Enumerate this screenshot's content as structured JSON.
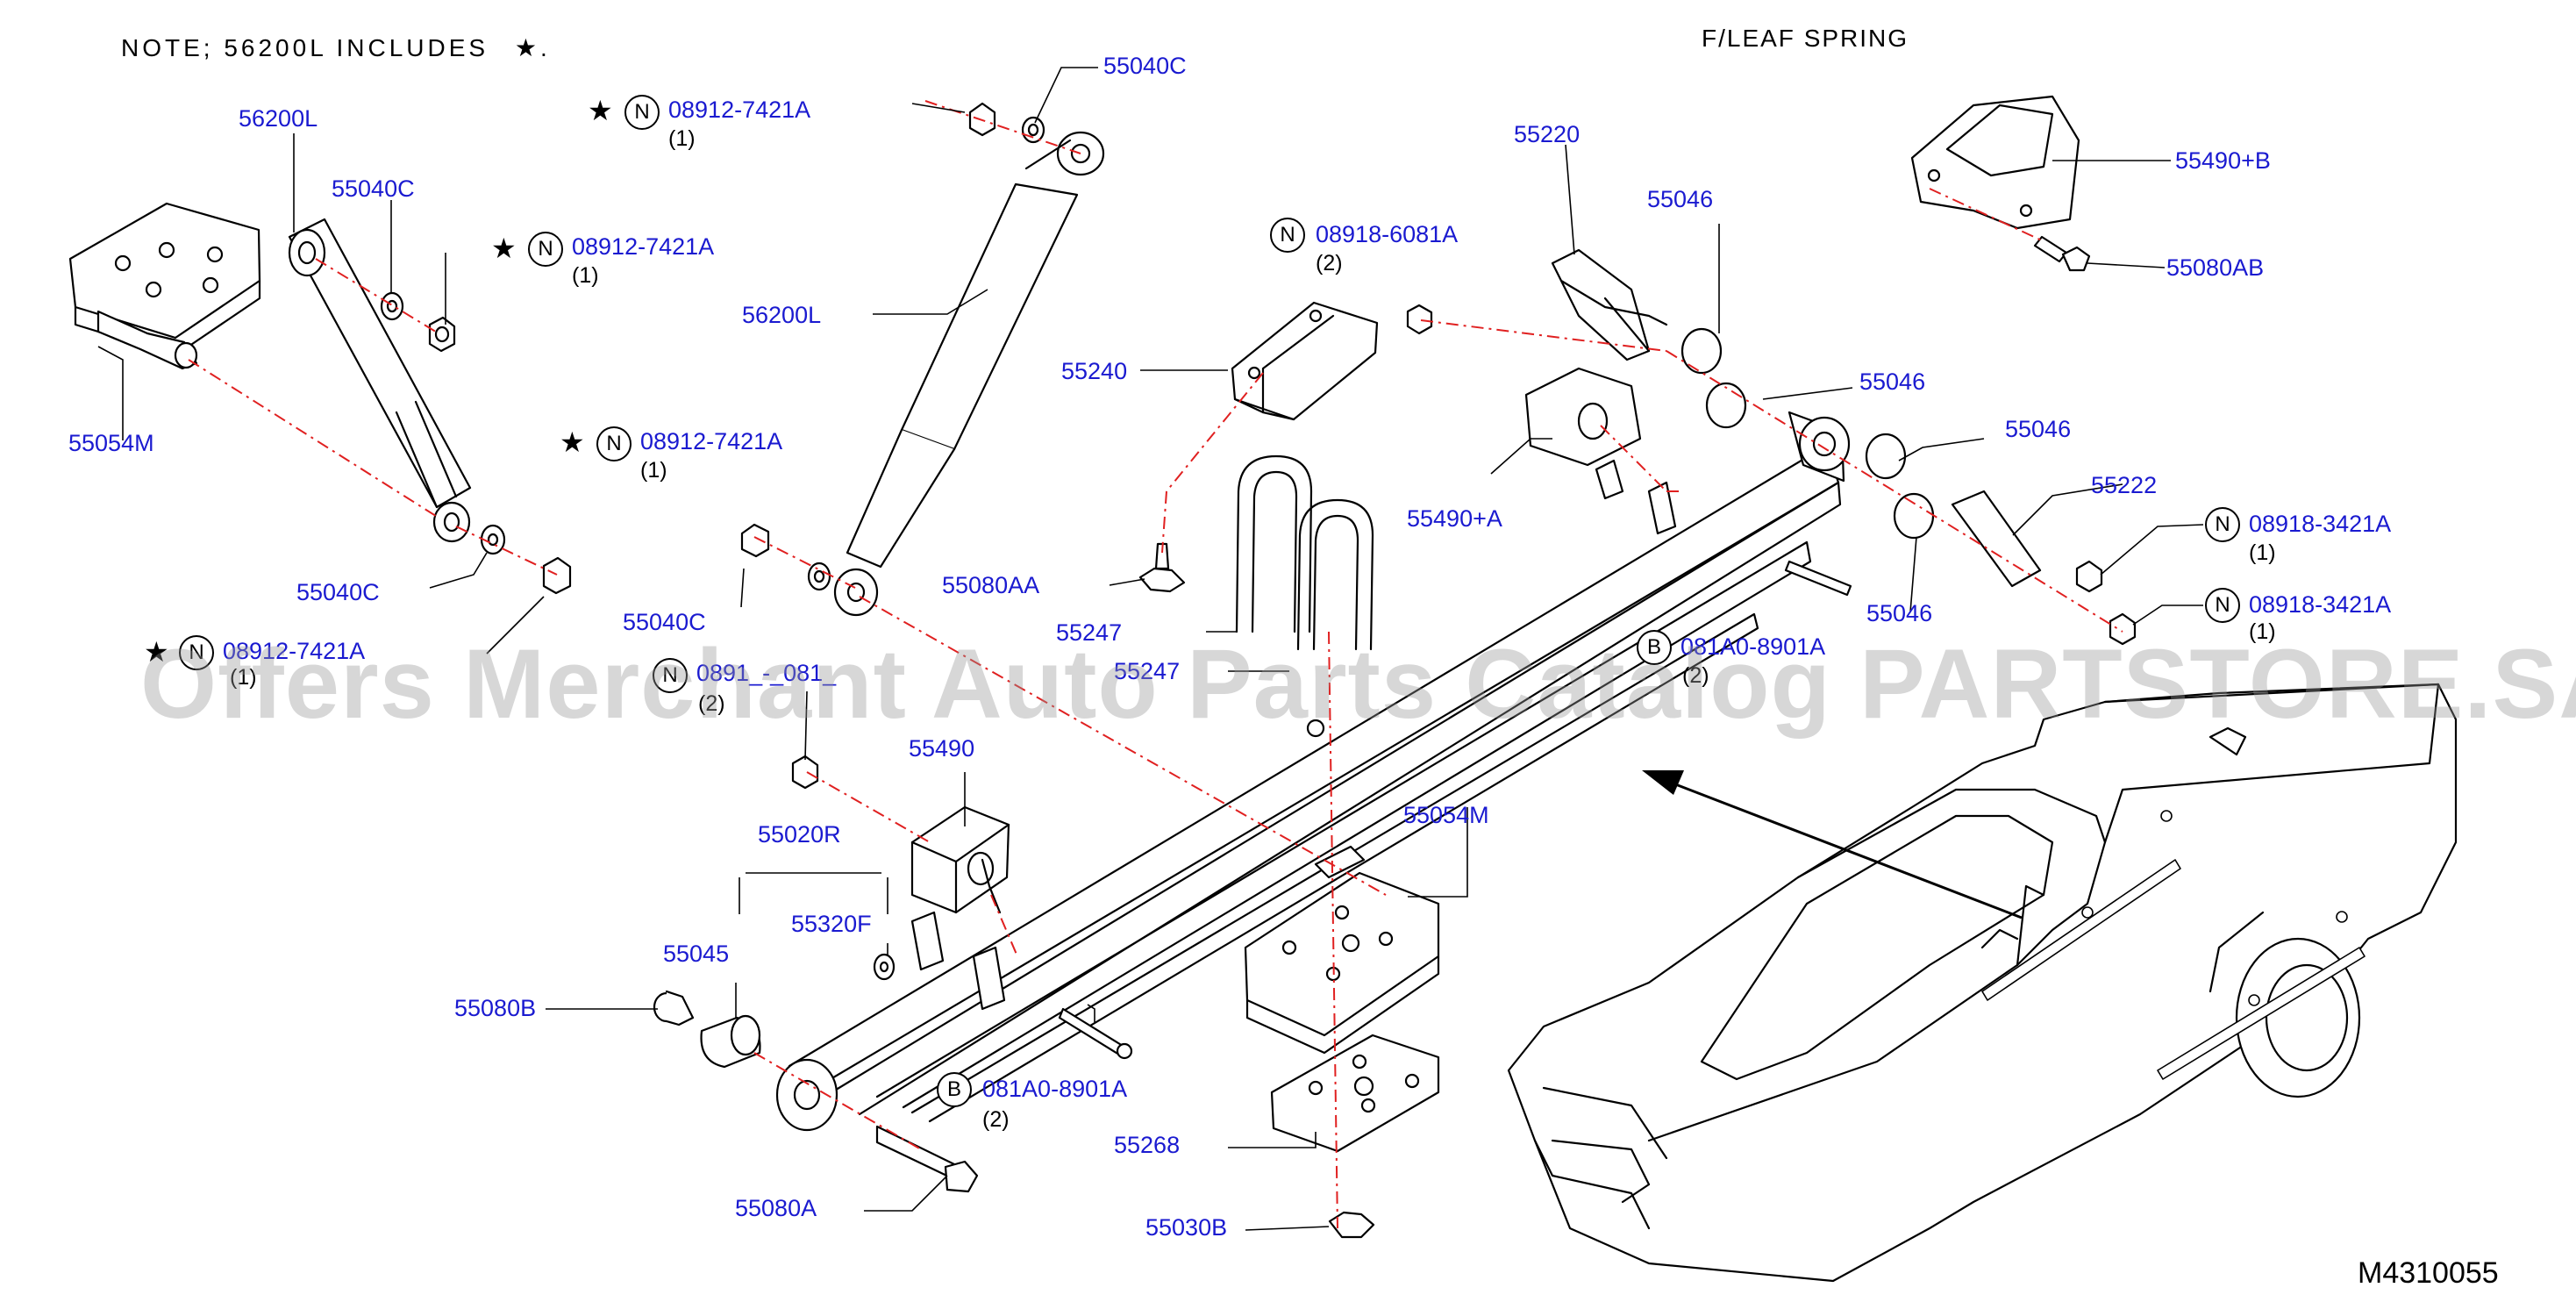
{
  "header": {
    "note": "NOTE;  56200L  INCLUDES",
    "note_star": "★.",
    "title": "F/LEAF   SPRING",
    "diagram_code": "M4310055"
  },
  "watermark": "Offers Merchant Auto Parts Catalog PARTSTORE.SA",
  "labels": {
    "p56200L_a": "56200L",
    "p55040C_a": "55040C",
    "p08912_a": "08912-7421A",
    "q08912_a": "(1)",
    "p55054M_a": "55054M",
    "p08912_b": "08912-7421A",
    "q08912_b": "(1)",
    "p55040C_b": "55040C",
    "p08912_c": "08912-7421A",
    "q08912_c": "(1)",
    "p55040C_c": "55040C",
    "p56200L_b": "56200L",
    "p08912_d": "08912-7421A",
    "q08912_d": "(1)",
    "p55040C_d": "55040C",
    "p08918_6081": "08918-6081A",
    "q08918_6081": "(2)",
    "p55240": "55240",
    "p55080AA": "55080AA",
    "p55247_a": "55247",
    "p55247_b": "55247",
    "p0891x": "0891_-_081_",
    "q0891x": "(2)",
    "p55490": "55490",
    "p55020R": "55020R",
    "p55320F": "55320F",
    "p55045": "55045",
    "p55080B": "55080B",
    "p081A0_a": "081A0-8901A",
    "q081A0_a": "(2)",
    "p55080A": "55080A",
    "p55054M_b": "55054M",
    "p55268": "55268",
    "p55030B": "55030B",
    "p55220": "55220",
    "p55046_a": "55046",
    "p55046_b": "55046",
    "p55046_c": "55046",
    "p55046_d": "55046",
    "p55490A": "55490+A",
    "p081A0_b": "081A0-8901A",
    "q081A0_b": "(2)",
    "p55222": "55222",
    "p08918_3421_a": "08918-3421A",
    "q08918_3421_a": "(1)",
    "p08918_3421_b": "08918-3421A",
    "q08918_3421_b": "(1)",
    "p55490B": "55490+B",
    "p55080AB": "55080AB"
  },
  "markers": {
    "n": "N",
    "b": "B",
    "star": "★"
  },
  "colors": {
    "part_number": "#1a1ad0",
    "centerline": "#e02020",
    "outline": "#000000"
  }
}
